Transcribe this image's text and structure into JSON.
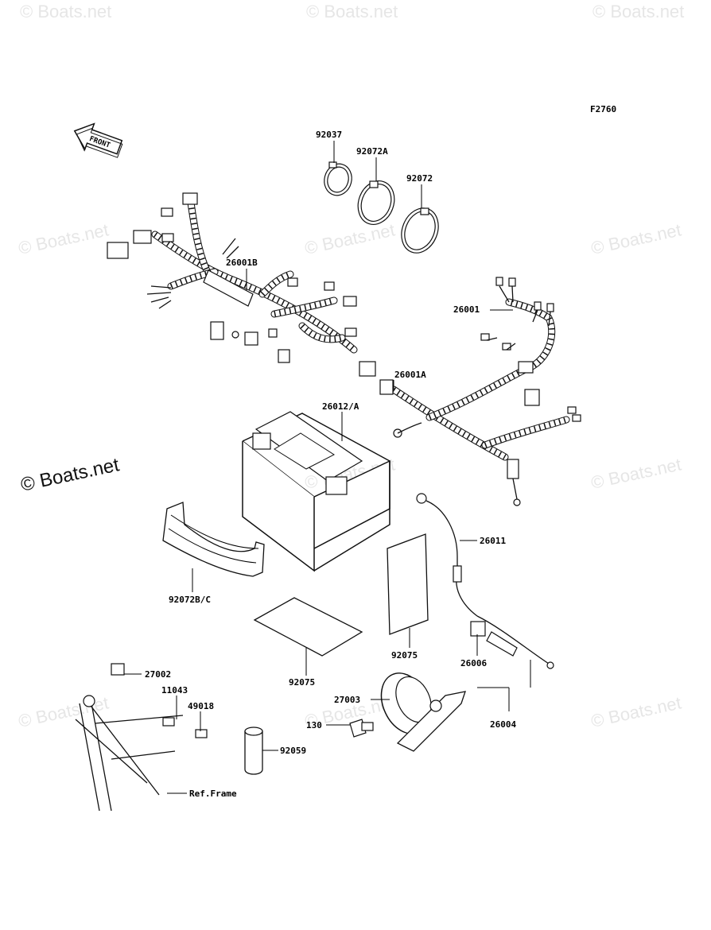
{
  "figure_code": "F2760",
  "front_label": "FRONT",
  "watermark": "© Boats.net",
  "parts": [
    {
      "id": "92037"
    },
    {
      "id": "92072A"
    },
    {
      "id": "92072"
    },
    {
      "id": "26001B"
    },
    {
      "id": "26001"
    },
    {
      "id": "26001A"
    },
    {
      "id": "26012/A"
    },
    {
      "id": "92072B/C"
    },
    {
      "id": "26011"
    },
    {
      "id": "92075"
    },
    {
      "id": "92075"
    },
    {
      "id": "26006"
    },
    {
      "id": "26004"
    },
    {
      "id": "27002"
    },
    {
      "id": "11043"
    },
    {
      "id": "49018"
    },
    {
      "id": "27003"
    },
    {
      "id": "130"
    },
    {
      "id": "92059"
    },
    {
      "id": "Ref.Frame"
    }
  ]
}
